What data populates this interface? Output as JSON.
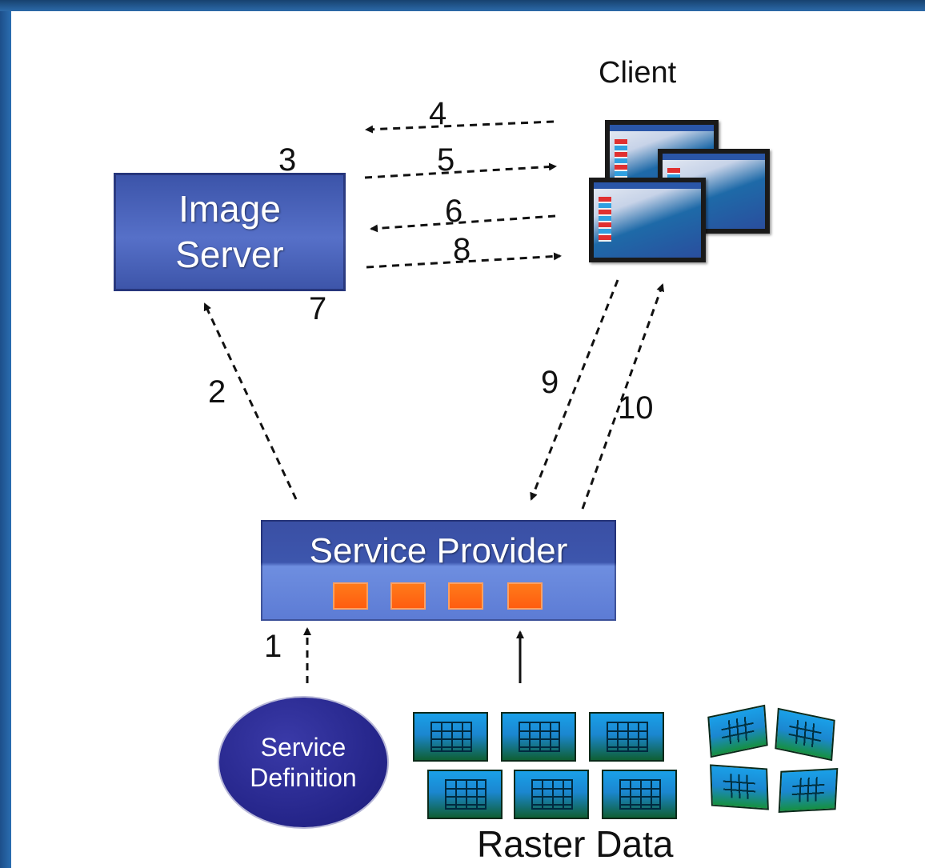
{
  "client_label": "Client",
  "image_server_label": "Image\nServer",
  "service_provider_label": "Service Provider",
  "service_definition_label": "Service\nDefinition",
  "raster_data_label": "Raster Data",
  "steps": {
    "s1": "1",
    "s2": "2",
    "s3": "3",
    "s4": "4",
    "s5": "5",
    "s6": "6",
    "s7": "7",
    "s8": "8",
    "s9": "9",
    "s10": "10"
  },
  "colors": {
    "server_box": "#4a62b8",
    "service_definition": "#242488",
    "provider_blocks": "#ff6a14",
    "raster_tile": "#1b87d0",
    "frame": "#1f5fa0"
  }
}
